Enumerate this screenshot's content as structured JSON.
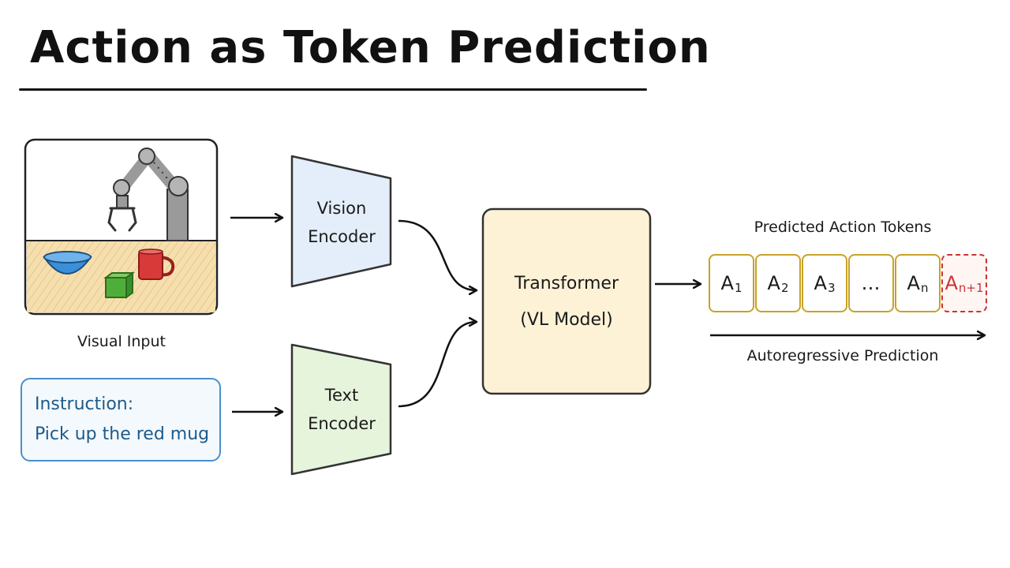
{
  "title": "Action as Token Prediction",
  "visual_input": {
    "label": "Visual Input"
  },
  "instruction": {
    "line1": "Instruction:",
    "line2": "Pick up the red mug"
  },
  "vision_encoder": {
    "line1": "Vision",
    "line2": "Encoder"
  },
  "text_encoder": {
    "line1": "Text",
    "line2": "Encoder"
  },
  "transformer": {
    "line1": "Transformer",
    "line2": "(VL Model)"
  },
  "tokens": {
    "header": "Predicted Action Tokens",
    "items": [
      {
        "base": "A",
        "sub": "1"
      },
      {
        "base": "A",
        "sub": "2"
      },
      {
        "base": "A",
        "sub": "3"
      },
      {
        "base": "…",
        "sub": ""
      },
      {
        "base": "A",
        "sub": "n"
      },
      {
        "base": "A",
        "sub": "n+1"
      }
    ],
    "footer": "Autoregressive Prediction"
  },
  "colors": {
    "vision_encoder": "#e3eefa",
    "text_encoder": "#e6f4dc",
    "transformer": "#fdf2d6",
    "token_border": "#c9a227",
    "predicted_token": "#cc3333",
    "instruction_border": "#4a8fcb"
  }
}
